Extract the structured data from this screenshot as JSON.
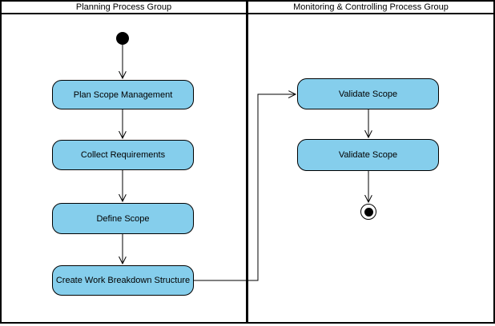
{
  "lanes": [
    {
      "id": "planning",
      "title": "Planning Process Group"
    },
    {
      "id": "monitoring-controlling",
      "title": "Monitoring & Controlling Process Group"
    }
  ],
  "nodes": {
    "initial": {
      "type": "initial-node",
      "lane": "planning"
    },
    "plan_scope": {
      "type": "action",
      "lane": "planning",
      "label": "Plan Scope Management"
    },
    "collect_requirements": {
      "type": "action",
      "lane": "planning",
      "label": "Collect Requirements"
    },
    "define_scope": {
      "type": "action",
      "lane": "planning",
      "label": "Define Scope"
    },
    "create_wbs": {
      "type": "action",
      "lane": "planning",
      "label": "Create Work Breakdown Structure"
    },
    "validate_scope_1": {
      "type": "action",
      "lane": "monitoring-controlling",
      "label": "Validate Scope"
    },
    "validate_scope_2": {
      "type": "action",
      "lane": "monitoring-controlling",
      "label": "Validate Scope"
    },
    "final": {
      "type": "activity-final-node",
      "lane": "monitoring-controlling"
    }
  },
  "edges": [
    {
      "from": "initial",
      "to": "plan_scope"
    },
    {
      "from": "plan_scope",
      "to": "collect_requirements"
    },
    {
      "from": "collect_requirements",
      "to": "define_scope"
    },
    {
      "from": "define_scope",
      "to": "create_wbs"
    },
    {
      "from": "create_wbs",
      "to": "validate_scope_1"
    },
    {
      "from": "validate_scope_1",
      "to": "validate_scope_2"
    },
    {
      "from": "validate_scope_2",
      "to": "final"
    }
  ],
  "colors": {
    "action_fill": "#85ceec",
    "action_border": "#000000",
    "line": "#000000",
    "background": "#ffffff"
  }
}
